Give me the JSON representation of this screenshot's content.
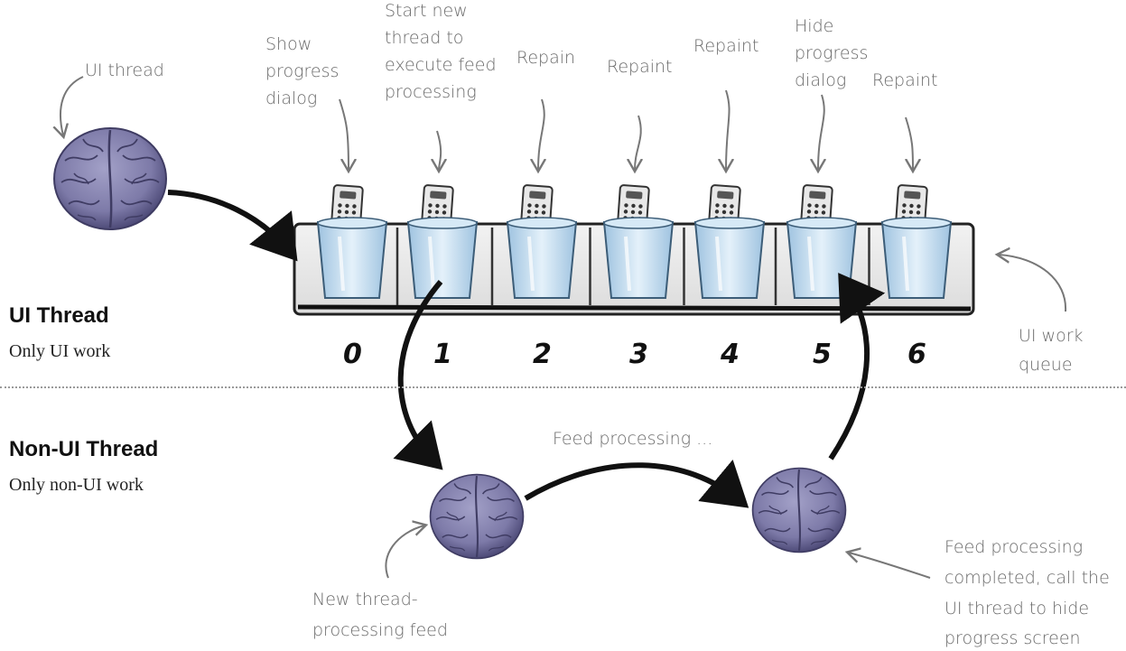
{
  "ui_thread_label": "UI thread",
  "lanes": {
    "ui": {
      "title": "UI Thread",
      "subtitle": "Only UI work"
    },
    "non_ui": {
      "title": "Non-UI Thread",
      "subtitle": "Only non-UI work"
    }
  },
  "queue": {
    "label": [
      "UI work",
      "queue"
    ],
    "slots": [
      {
        "index": "0",
        "annotation": [
          "Show",
          "progress",
          "dialog"
        ]
      },
      {
        "index": "1",
        "annotation": [
          "Start new",
          "thread to",
          "execute feed",
          "processing"
        ]
      },
      {
        "index": "2",
        "annotation": [
          "Repain"
        ]
      },
      {
        "index": "3",
        "annotation": [
          "Repaint"
        ]
      },
      {
        "index": "4",
        "annotation": [
          "Repaint"
        ]
      },
      {
        "index": "5",
        "annotation": [
          "Hide",
          "progress",
          "dialog"
        ]
      },
      {
        "index": "6",
        "annotation": [
          "Repaint"
        ]
      }
    ]
  },
  "feed_processing_label": "Feed processing ...",
  "new_thread_label": [
    "New thread-",
    "processing feed"
  ],
  "completed_label": [
    "Feed processing",
    "completed, call the",
    "UI thread to hide",
    "progress screen"
  ],
  "colors": {
    "brain": "#7d7aa8",
    "brain_dark": "#4e4b78",
    "cup": "#bcd9ee",
    "arrow": "#111111",
    "annotation": "#6a6a6a"
  }
}
